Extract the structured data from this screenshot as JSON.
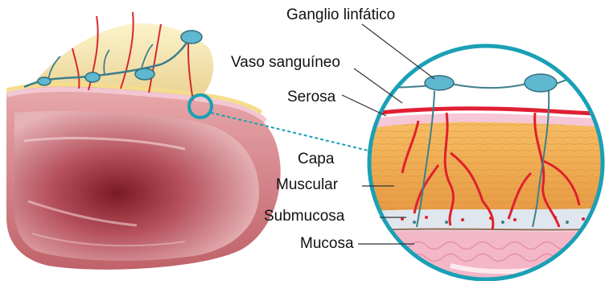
{
  "labels": {
    "ganglio": "Ganglio linfático",
    "vaso": "Vaso sanguíneo",
    "serosa": "Serosa",
    "capa": "Capa",
    "muscular": "Muscular",
    "submucosa": "Submucosa",
    "mucosa": "Mucosa"
  },
  "colors": {
    "zoom_ring": "#1aa0b5",
    "serosa_band": "#e8799a",
    "muscle": "#f0a850",
    "submucosa": "#dfe6ee",
    "mucosa": "#f4b7c8",
    "vessel": "#e0202c",
    "lymph": "#3f7f8c",
    "node": "#5fb7d0"
  }
}
